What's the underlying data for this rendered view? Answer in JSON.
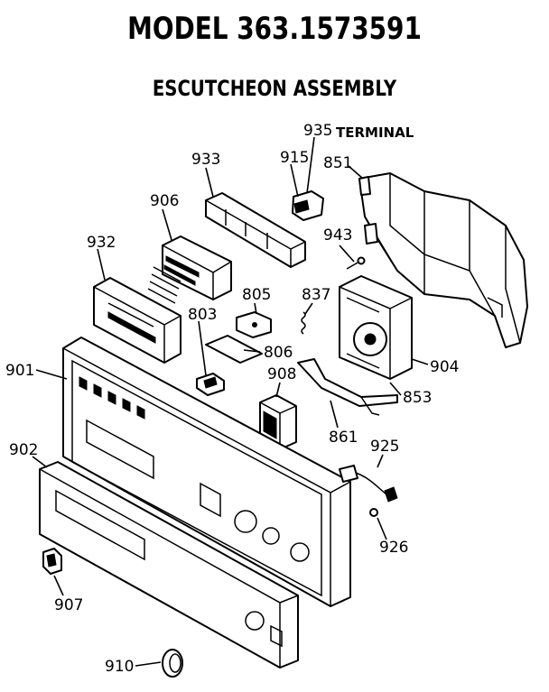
{
  "header": {
    "model": "MODEL 363.1573591",
    "assembly": "ESCUTCHEON ASSEMBLY"
  },
  "labels": {
    "terminal": "TERMINAL"
  },
  "callouts": {
    "p933": "933",
    "p915": "915",
    "p935": "935",
    "p851": "851",
    "p906": "906",
    "p932": "932",
    "p943": "943",
    "p805": "805",
    "p837": "837",
    "p803": "803",
    "p806": "806",
    "p901": "901",
    "p908": "908",
    "p904": "904",
    "p853": "853",
    "p861": "861",
    "p902": "902",
    "p925": "925",
    "p926": "926",
    "p907": "907",
    "p910": "910"
  }
}
